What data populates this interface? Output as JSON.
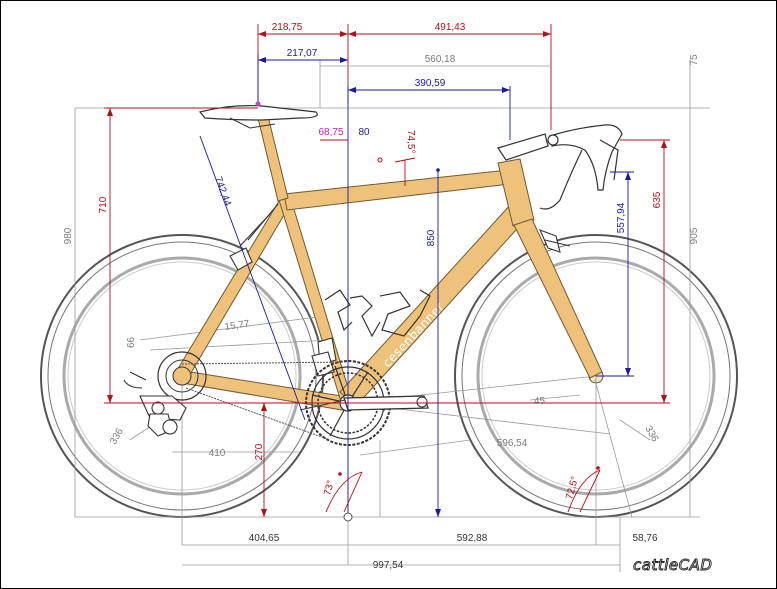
{
  "app": {
    "logo_text": "cattleCAD"
  },
  "frame_brand": "cesenbanner",
  "dimensions": {
    "top_218": "218,75",
    "top_491": "491,43",
    "top_217": "217,07",
    "top_560": "560,18",
    "top_390": "390,59",
    "seat_68": "68,75",
    "seat_80": "80",
    "seat_74": "74,5°",
    "right_75": "75",
    "left_980": "980",
    "left_710": "710",
    "seat_tube_length": "742,44",
    "center_850": "850",
    "right_557": "557,94",
    "right_635": "635",
    "right_905": "905",
    "stay_15": "15,77",
    "gear_66": "66",
    "bb_45": "45",
    "wheel_336_left": "336",
    "wheel_336_right": "336",
    "chainstay_410": "410",
    "bb_drop_270": "270",
    "front_center_596": "596,54",
    "seat_angle_73": "73°",
    "head_angle_72": "72,5°",
    "bottom_404": "404,65",
    "bottom_592": "592,88",
    "bottom_58": "58,76",
    "wheelbase_997": "997,54"
  },
  "colors": {
    "frame_fill": "#eec27b",
    "frame_stroke": "#6e5a33",
    "dim_red": "#b0101a",
    "dim_blue": "#1a1aa0",
    "dim_gray": "#7c7c7c",
    "tire": "#555555",
    "rim": "#b8b8b8",
    "component": "#444444"
  },
  "icons": [
    "rear-wheel",
    "front-wheel",
    "chainring",
    "rear-derailleur",
    "saddle",
    "handlebar",
    "bottle-cage"
  ]
}
